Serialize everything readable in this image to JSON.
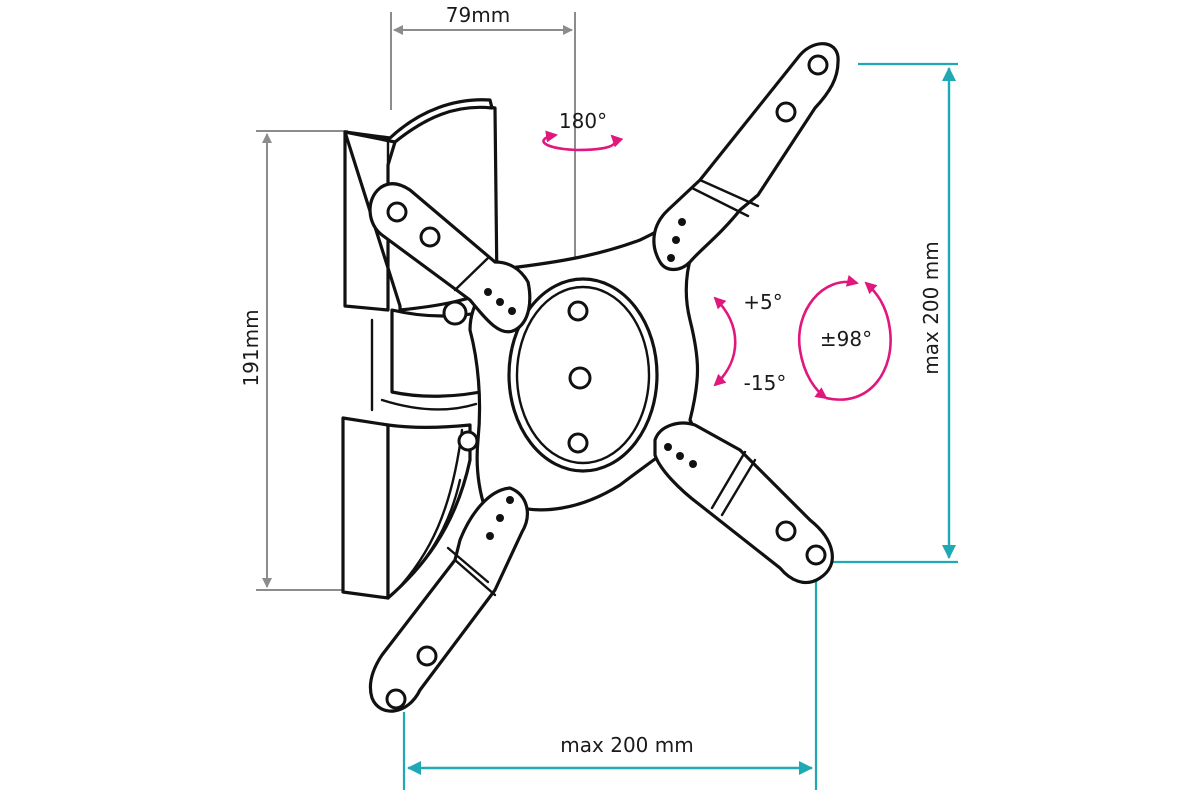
{
  "colors": {
    "outline": "#111111",
    "dimension_gray": "#8c8c8c",
    "dimension_teal": "#1fa9b4",
    "rotation_magenta": "#e0177d",
    "tilt_magenta": "#e0177d",
    "background": "#ffffff"
  },
  "dimensions": {
    "depth_label": "79mm",
    "height_label": "191mm",
    "vesa_width_label": "max 200 mm",
    "vesa_height_label": "max 200 mm"
  },
  "rotation": {
    "swivel_label": "180°",
    "tilt_up_label": "+5°",
    "tilt_down_label": "-15°",
    "pivot_label": "±98°"
  },
  "icons": [
    "wall-plate",
    "articulating-arm",
    "vesa-cross-plate",
    "swivel-arrow",
    "tilt-arrow",
    "rotation-arrow"
  ]
}
